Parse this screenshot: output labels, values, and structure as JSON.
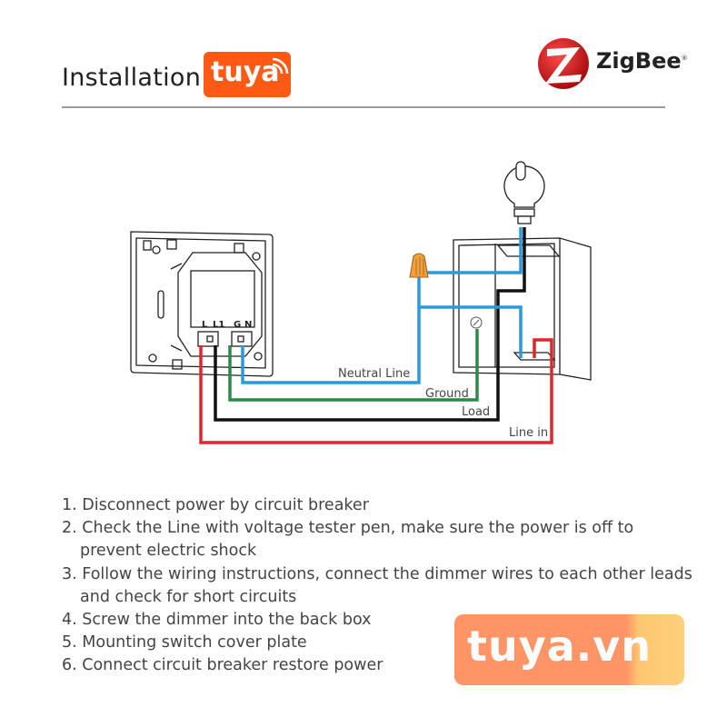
{
  "header": {
    "title": "Installation",
    "brand_logo_text": "tuya",
    "zigbee_logo_text": "ZigBee",
    "zigbee_mark": "®"
  },
  "colors": {
    "tuya_orange": "#ff5a14",
    "zigbee_red": "#d4161c",
    "wire_line_in": "#e0262b",
    "wire_load": "#111111",
    "wire_ground": "#2a8a46",
    "wire_neutral": "#2a9ad8",
    "connector": "#f0a040"
  },
  "diagram": {
    "terminal_labels": [
      "L",
      "L1",
      "G",
      "N"
    ],
    "wires": [
      {
        "label": "Neutral Line",
        "color": "blue"
      },
      {
        "label": "Ground",
        "color": "green"
      },
      {
        "label": "Load",
        "color": "black"
      },
      {
        "label": "Line in",
        "color": "red"
      }
    ]
  },
  "steps": [
    "1. Disconnect power by circuit breaker",
    "2. Check the Line with voltage tester pen, make sure the power is off to prevent electric shock",
    "3. Follow the wiring instructions, connect the dimmer wires to each other leads and check for short circuits",
    "4. Screw the dimmer into the back box",
    "5. Mounting switch cover plate",
    "6. Connect circuit breaker restore power"
  ],
  "watermark": {
    "text": "tuya.vn"
  }
}
